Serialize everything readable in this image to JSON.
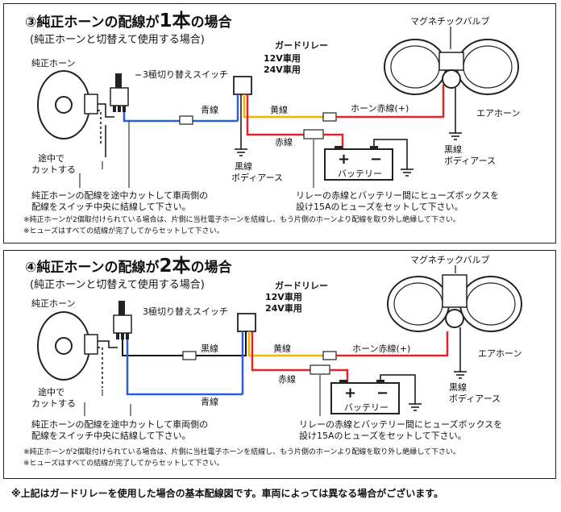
{
  "panel1": {
    "title_pre": "③純正ホーンの配線が",
    "title_big": "1本",
    "title_post": "の場合",
    "subtitle": "(純正ホーンと切替えて使用する場合)",
    "stock_horn": "純正ホーン",
    "switch_label": "3極切り替えスイッチ",
    "guard_relay": "ガードリレー",
    "relay_12v": "12V車用",
    "relay_24v": "24V車用",
    "magnetic_valve": "マグネチックバルブ",
    "wire_blue": "青線",
    "wire_yellow": "黄線",
    "wire_horn_red": "ホーン赤線(+)",
    "wire_red": "赤線",
    "air_horn": "エアホーン",
    "body_earth_black_1": "黒線",
    "body_earth_label_1": "ボディアース",
    "body_earth_black_2": "黒線",
    "body_earth_label_2": "ボディアース",
    "cut_line1": "途中で",
    "cut_line2": "カットする",
    "plus": "+",
    "minus": "−",
    "battery": "バッテリー",
    "inst_left_1": "純正ホーンの配線を途中カットして車両側の",
    "inst_left_2": "配線をスイッチ中央に結線して下さい。",
    "inst_right_1": "リレーの赤線とバッテリー間にヒューズボックスを",
    "inst_right_2": "設け15Aのヒューズをセットして下さい。",
    "note_1": "※純正ホーンが2個取付けられている場合は、片側に当社電子ホーンを結線し、もう片側のホーンより配線を取り外し絶縁して下さい。",
    "note_2": "※ヒューズはすべての結線が完了してからセットして下さい。"
  },
  "panel2": {
    "title_pre": "④純正ホーンの配線が",
    "title_big": "2本",
    "title_post": "の場合",
    "subtitle": "(純正ホーンと切替えて使用する場合)",
    "stock_horn": "純正ホーン",
    "switch_label": "3極切り替えスイッチ",
    "guard_relay": "ガードリレー",
    "relay_12v": "12V車用",
    "relay_24v": "24V車用",
    "magnetic_valve": "マグネチックバルブ",
    "wire_black": "黒線",
    "wire_yellow": "黄線",
    "wire_horn_red": "ホーン赤線(+)",
    "wire_red": "赤線",
    "wire_blue": "青線",
    "air_horn": "エアホーン",
    "body_earth_black": "黒線",
    "body_earth_label": "ボディアース",
    "cut_line1": "途中で",
    "cut_line2": "カットする",
    "plus": "+",
    "minus": "−",
    "battery": "バッテリー",
    "inst_left_1": "純正ホーンの配線を途中カットして車両側の",
    "inst_left_2": "配線をスイッチ中央に結線して下さい。",
    "inst_right_1": "リレーの赤線とバッテリー間にヒューズボックスを",
    "inst_right_2": "設け15Aのヒューズをセットして下さい。",
    "note_1": "※純正ホーンが2個取付けられている場合は、片側に当社電子ホーンを結線し、もう片側のホーンより配線を取り外し絶縁して下さい。",
    "note_2": "※ヒューズはすべての結線が完了してからセットして下さい。"
  },
  "footer": "※上記はガードリレーを使用した場合の基本配線図です。車両によっては異なる場合がございます。",
  "colors": {
    "blue_wire": "#2a5fd6",
    "yellow_wire": "#f2b400",
    "red_wire": "#e0242a",
    "black_wire": "#111111"
  }
}
